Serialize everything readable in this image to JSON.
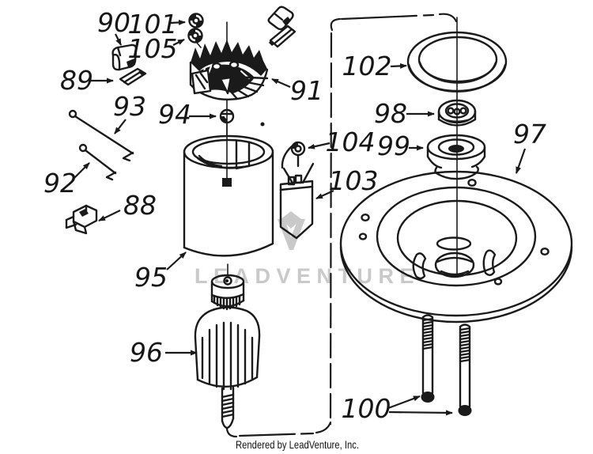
{
  "app": {
    "type": "exploded-parts-diagram",
    "watermark": "LEADVENTURE",
    "footer": "Rendered by LeadVenture, Inc."
  },
  "part_labels": [
    "90",
    "101",
    "105",
    "89",
    "93",
    "94",
    "91",
    "92",
    "88",
    "95",
    "96",
    "102",
    "98",
    "99",
    "104",
    "103",
    "97",
    "100"
  ],
  "colors": {
    "ink": "#1a1a1a",
    "watermark": "#c9c9c9",
    "background": "#ffffff"
  }
}
